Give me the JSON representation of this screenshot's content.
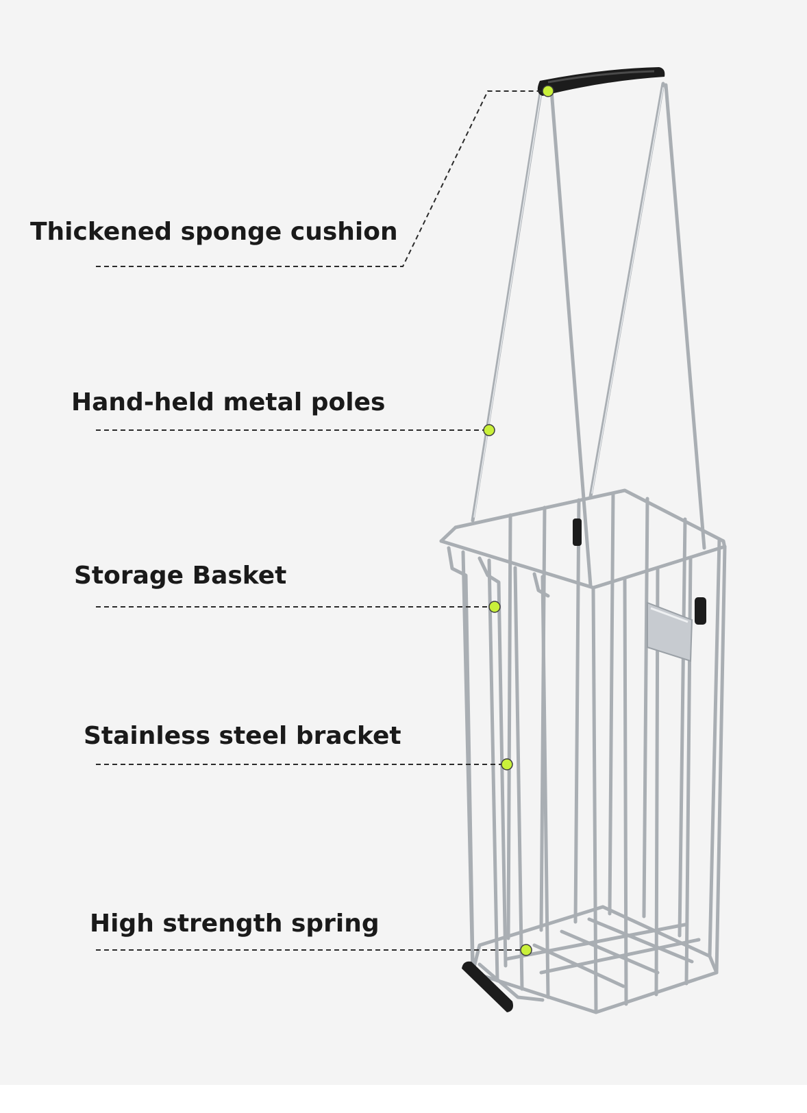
{
  "figure": {
    "callouts": [
      {
        "id": "cushion",
        "label": "Thickened sponge cushion"
      },
      {
        "id": "poles",
        "label": "Hand-held metal poles"
      },
      {
        "id": "basket",
        "label": "Storage Basket"
      },
      {
        "id": "bracket",
        "label": "Stainless steel bracket"
      },
      {
        "id": "spring",
        "label": "High strength spring"
      }
    ],
    "colors": {
      "background": "#f4f4f4",
      "marker": "#c9f03a",
      "leader": "#2a2a2a",
      "wire": "#a9aeb3",
      "foam": "#1c1c1c"
    }
  }
}
